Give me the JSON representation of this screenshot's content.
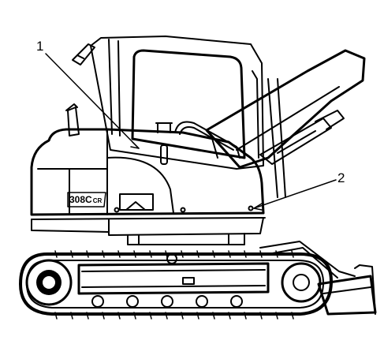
{
  "diagram": {
    "callouts": [
      {
        "id": "1",
        "label": "1"
      },
      {
        "id": "2",
        "label": "2"
      }
    ],
    "model_badge": "308C",
    "model_badge_suffix": "CR",
    "colors": {
      "line": "#000000",
      "background": "#ffffff"
    }
  }
}
